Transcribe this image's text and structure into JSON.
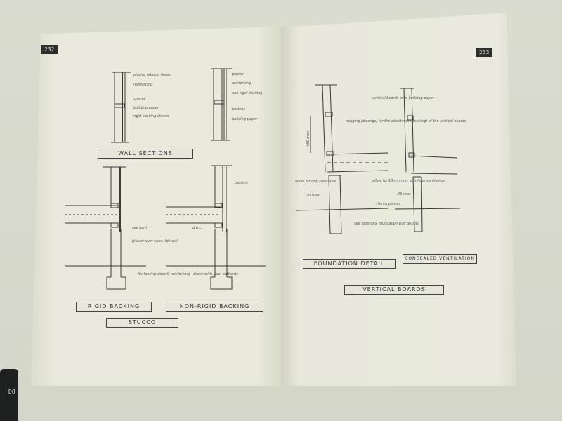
{
  "scene": "Open architectural handbook on a table showing stucco and vertical board wall section drawings",
  "left_page": {
    "page_number": "232",
    "drawings": {
      "wall_section_rigid_notes": [
        "plaster (stucco finish)",
        "reinforcing",
        "spacer",
        "building paper",
        "rigid backing sheets"
      ],
      "wall_section_nonrigid_notes": [
        "plaster",
        "reinforcing",
        "non-rigid backing",
        "battens",
        "building paper"
      ],
      "base_rigid_notes": [
        "see joint",
        "plaster over conc. fdn wall",
        "for footing sizes & reinforcing - check with local authority"
      ],
      "base_nonrigid_notes": [
        "battens",
        "d.p.c."
      ]
    },
    "labels": {
      "wall_sections": "WALL SECTIONS",
      "rigid_backing": "RIGID BACKING",
      "non_rigid_backing": "NON-RIGID BACKING",
      "stucco": "STUCCO"
    }
  },
  "right_page": {
    "page_number": "233",
    "drawings": {
      "foundation_notes": [
        "nogging (dwangs) for the attachment (nailing) of the vertical boards",
        "allow for drip clearance",
        "20 max",
        "see footing & foundation wall details",
        "480 max"
      ],
      "ventilation_notes": [
        "vertical boards over building paper",
        "allow for 10mm min. sub-floor ventilation",
        "36 max",
        "10mm plaster"
      ]
    },
    "labels": {
      "foundation_detail": "FOUNDATION DETAIL",
      "concealed_ventilation": "CONCEALED VENTILATION",
      "vertical_boards": "VERTICAL BOARDS"
    }
  },
  "battery_label": "DO"
}
